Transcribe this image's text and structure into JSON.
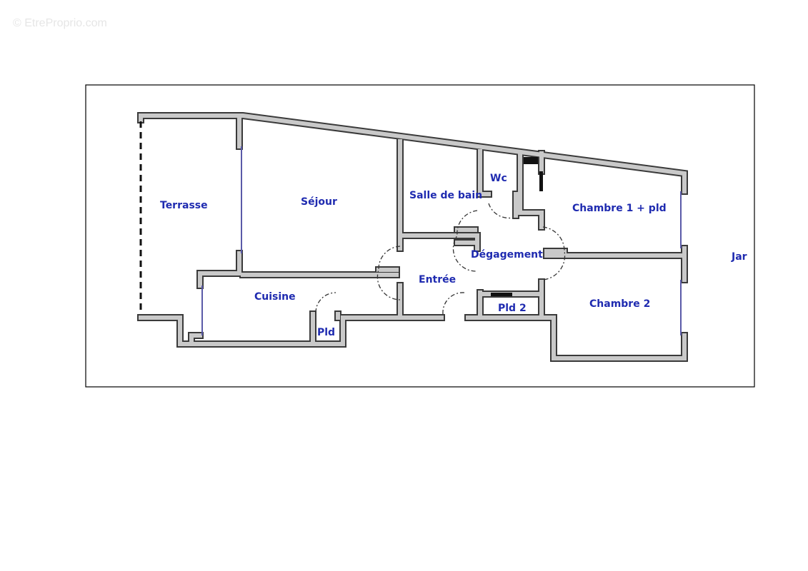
{
  "watermark": "© EtreProprio.com",
  "rooms": {
    "terrasse": "Terrasse",
    "sejour": "Séjour",
    "salle_de_bain": "Salle de bain",
    "wc": "Wc",
    "chambre1": "Chambre 1 + pld",
    "degagement": "Dégagement",
    "entree": "Entrée",
    "cuisine": "Cuisine",
    "pld": "Pld",
    "pld2": "Pld 2",
    "chambre2": "Chambre 2",
    "jardin": "Jar"
  },
  "colors": {
    "label": "#1f2bb0",
    "wall_fill": "#c9c9c9",
    "wall_edge": "#3a3a3a"
  }
}
